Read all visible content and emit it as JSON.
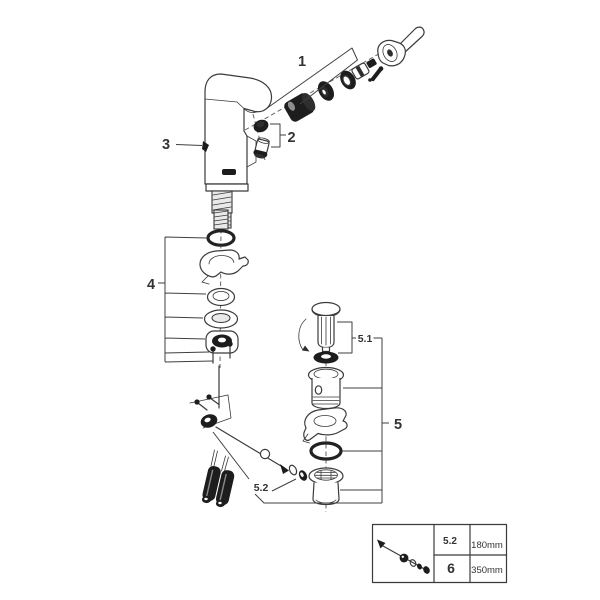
{
  "diagram": {
    "description": "Exploded parts diagram of a single-hole basin mixer faucet with pop-up waste set",
    "callouts": {
      "c1": "1",
      "c2": "2",
      "c3": "3",
      "c4": "4",
      "c5": "5",
      "c5_1": "5.1",
      "c5_2": "5.2"
    },
    "size_table": {
      "rows": [
        {
          "ref": "5.2",
          "length": "180mm"
        },
        {
          "ref": "6",
          "length": "350mm"
        }
      ]
    },
    "colors": {
      "background": "#ffffff",
      "line": "#3b3b3b",
      "dark_fill": "#1d1d1d"
    }
  }
}
